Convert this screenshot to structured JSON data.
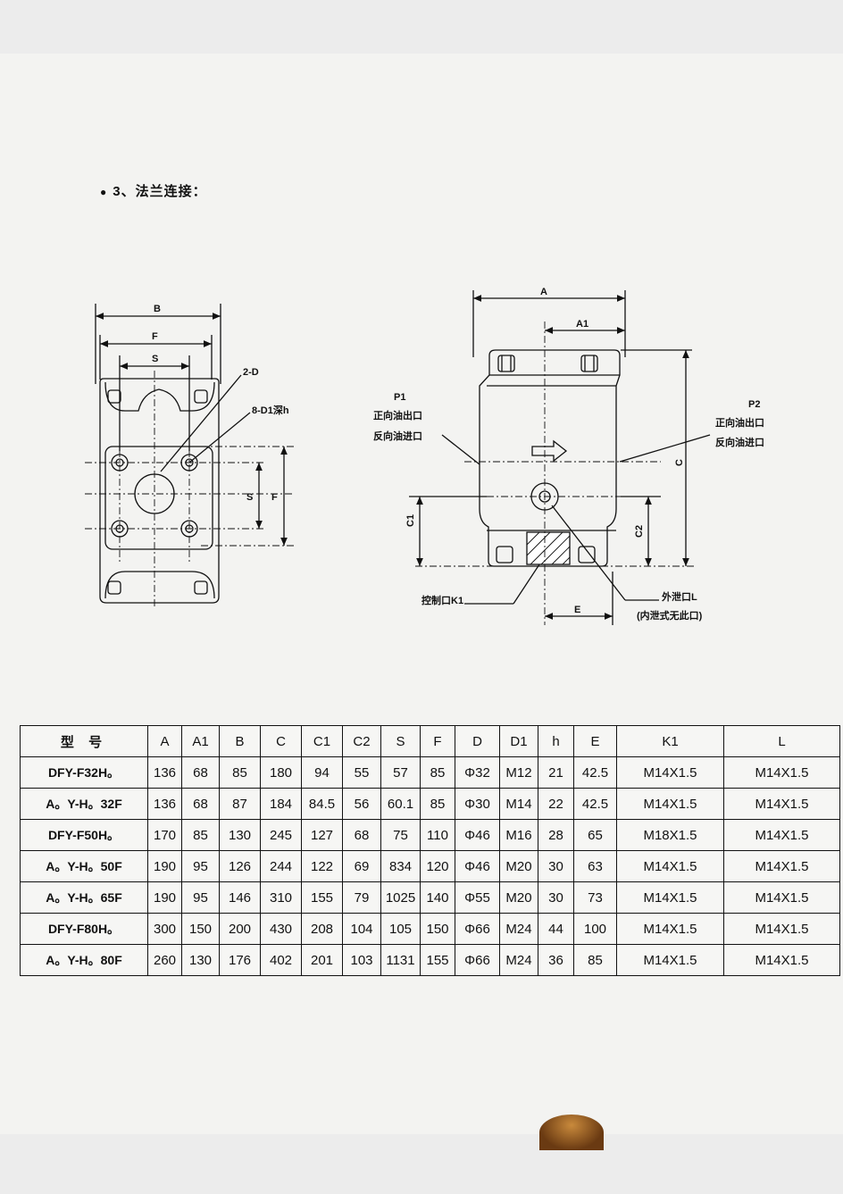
{
  "section_heading": "3、法兰连接：",
  "left_view": {
    "dim_B": "B",
    "dim_F": "F",
    "dim_S": "S",
    "dim_S_vertical": "S",
    "dim_F_vertical": "F",
    "callout_port": "2-D",
    "callout_holes": "8-D1深h"
  },
  "right_view": {
    "dim_A": "A",
    "dim_A1": "A1",
    "dim_C": "C",
    "dim_C1": "C1",
    "dim_C2": "C2",
    "dim_E": "E",
    "p1_label": "P1",
    "p1_line1": "正向油出口",
    "p1_line2": "反向油进口",
    "p2_label": "P2",
    "p2_line1": "正向油出口",
    "p2_line2": "反向油进口",
    "control_port": "控制口K1",
    "drain_port": "外泄口L",
    "drain_note": "(内泄式无此口)"
  },
  "table": {
    "headers": [
      "型 号",
      "A",
      "A1",
      "B",
      "C",
      "C1",
      "C2",
      "S",
      "F",
      "D",
      "D1",
      "h",
      "E",
      "K1",
      "L"
    ],
    "rows": [
      [
        "DFY-F32H。",
        "136",
        "68",
        "85",
        "180",
        "94",
        "55",
        "57",
        "85",
        "Φ32",
        "M12",
        "21",
        "42.5",
        "M14X1.5",
        "M14X1.5"
      ],
      [
        "A。Y-H。32F",
        "136",
        "68",
        "87",
        "184",
        "84.5",
        "56",
        "60.1",
        "85",
        "Φ30",
        "M14",
        "22",
        "42.5",
        "M14X1.5",
        "M14X1.5"
      ],
      [
        "DFY-F50H。",
        "170",
        "85",
        "130",
        "245",
        "127",
        "68",
        "75",
        "110",
        "Φ46",
        "M16",
        "28",
        "65",
        "M18X1.5",
        "M14X1.5"
      ],
      [
        "A。Y-H。50F",
        "190",
        "95",
        "126",
        "244",
        "122",
        "69",
        "834",
        "120",
        "Φ46",
        "M20",
        "30",
        "63",
        "M14X1.5",
        "M14X1.5"
      ],
      [
        "A。Y-H。65F",
        "190",
        "95",
        "146",
        "310",
        "155",
        "79",
        "1025",
        "140",
        "Φ55",
        "M20",
        "30",
        "73",
        "M14X1.5",
        "M14X1.5"
      ],
      [
        "DFY-F80H。",
        "300",
        "150",
        "200",
        "430",
        "208",
        "104",
        "105",
        "150",
        "Φ66",
        "M24",
        "44",
        "100",
        "M14X1.5",
        "M14X1.5"
      ],
      [
        "A。Y-H。80F",
        "260",
        "130",
        "176",
        "402",
        "201",
        "103",
        "1131",
        "155",
        "Φ66",
        "M24",
        "36",
        "85",
        "M14X1.5",
        "M14X1.5"
      ]
    ]
  }
}
